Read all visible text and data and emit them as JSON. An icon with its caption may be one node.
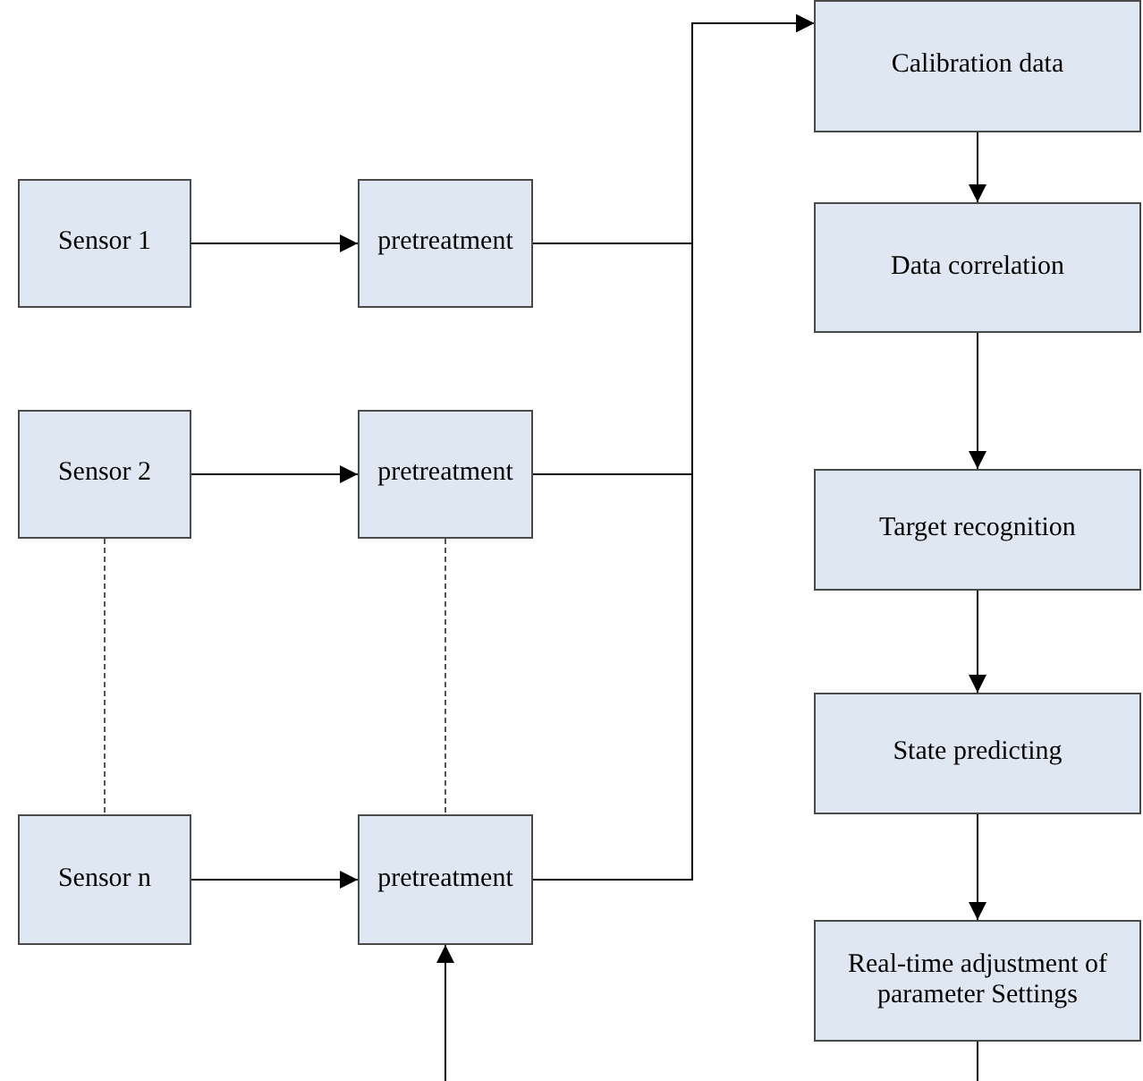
{
  "diagram": {
    "nodes": [
      {
        "text": [
          "Sensor 1"
        ]
      },
      {
        "text": [
          "pretreatment"
        ]
      },
      {
        "text": [
          "Sensor 2"
        ]
      },
      {
        "text": [
          "pretreatment"
        ]
      },
      {
        "text": [
          "Sensor n"
        ]
      },
      {
        "text": [
          "pretreatment"
        ]
      },
      {
        "text": [
          "Calibration data"
        ]
      },
      {
        "text": [
          "Data correlation"
        ]
      },
      {
        "text": [
          "Target recognition"
        ]
      },
      {
        "text": [
          "State predicting"
        ]
      },
      {
        "text": [
          "Real-time adjustment of parameter Settings"
        ]
      }
    ],
    "edges": [
      {
        "from": 0,
        "to": 1,
        "arrow": "to"
      },
      {
        "from": 2,
        "to": 3,
        "arrow": "to"
      },
      {
        "from": 4,
        "to": 5,
        "arrow": "to"
      },
      {
        "from": 2,
        "to": 4,
        "arrow": "none",
        "style": "dashed"
      },
      {
        "from": 3,
        "to": 5,
        "arrow": "none",
        "style": "dashed"
      },
      {
        "from": 1,
        "to": 6,
        "arrow": "to"
      },
      {
        "from": 3,
        "to": 6,
        "arrow": "to"
      },
      {
        "from": 5,
        "to": 6,
        "arrow": "to"
      },
      {
        "from": null,
        "to": 5,
        "arrow": "to"
      },
      {
        "from": 6,
        "to": 7,
        "arrow": "to"
      },
      {
        "from": 7,
        "to": 8,
        "arrow": "to"
      },
      {
        "from": 8,
        "to": 9,
        "arrow": "to"
      },
      {
        "from": 9,
        "to": 10,
        "arrow": "to"
      },
      {
        "from": 10,
        "to": null,
        "arrow": "none"
      }
    ]
  }
}
